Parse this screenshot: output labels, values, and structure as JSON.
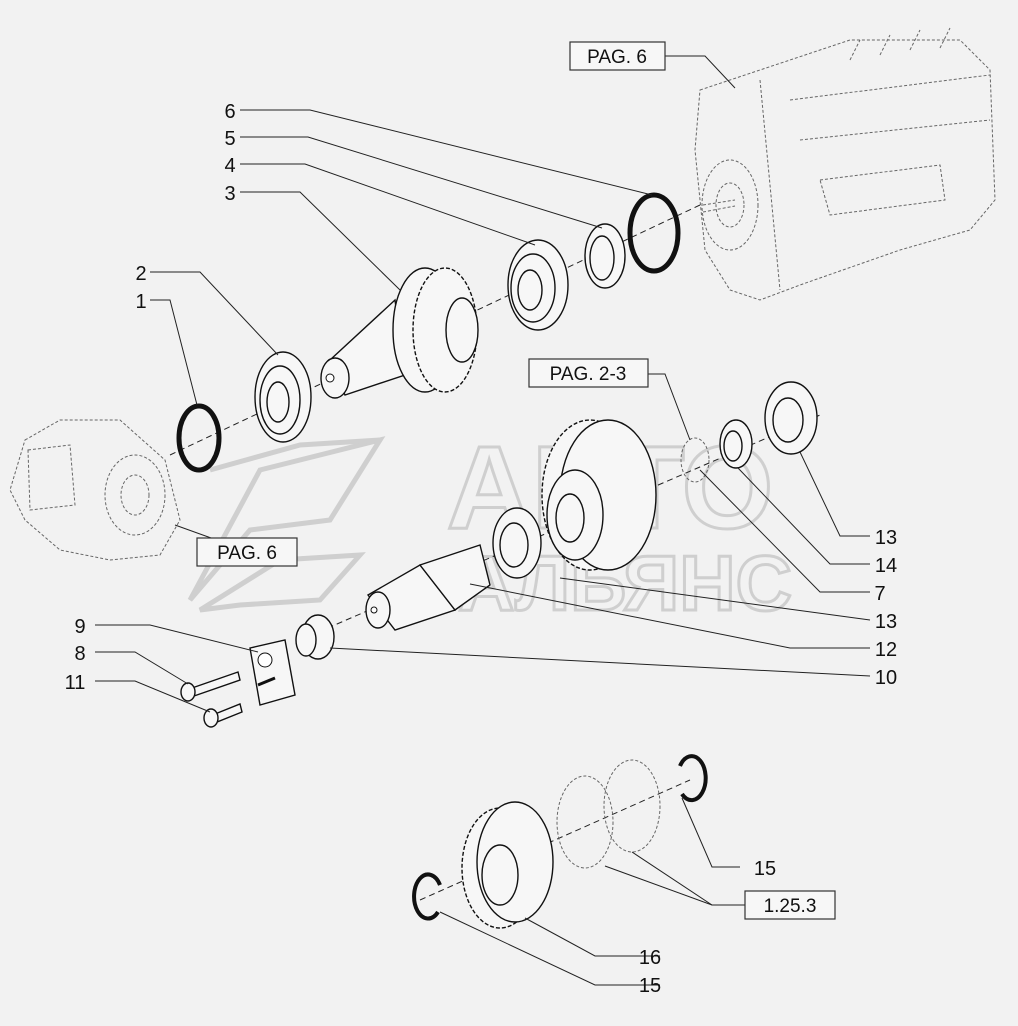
{
  "reference_boxes": [
    {
      "id": "top",
      "label": "PAG. 6"
    },
    {
      "id": "mid",
      "label": "PAG. 2-3"
    },
    {
      "id": "left",
      "label": "PAG. 6"
    },
    {
      "id": "bottom",
      "label": "1.25.3"
    }
  ],
  "callouts": {
    "c6": "6",
    "c5": "5",
    "c4": "4",
    "c3": "3",
    "c2": "2",
    "c1": "1",
    "c9": "9",
    "c8": "8",
    "c11": "11",
    "r13a": "13",
    "r14": "14",
    "r7": "7",
    "r13b": "13",
    "r12": "12",
    "r10": "10",
    "b15a": "15",
    "b16": "16",
    "b15b": "15"
  },
  "watermark": {
    "line1": "АВТО",
    "line2": "АЛЬЯНС"
  },
  "colors": {
    "background": "#f2f2f2",
    "ink": "#111111",
    "watermark": "#cfcfcf"
  }
}
